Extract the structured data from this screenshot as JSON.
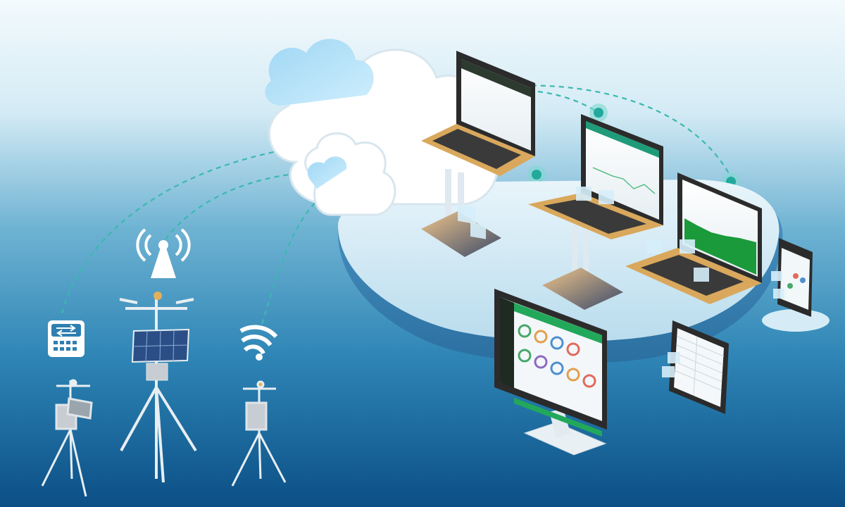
{
  "scene": {
    "description_visible_text": "",
    "colors": {
      "sea_dark": "#0b4f86",
      "sea_mid": "#2f7fb0",
      "sky_light": "#eaf5fb",
      "accent_teal": "#2bb3a8",
      "cloud_white": "#ffffff",
      "cloud_blue": "#a7d9f2",
      "screen_green": "#22a85a",
      "gold": "#d7a55a",
      "dark": "#2b2b2b"
    }
  },
  "icons": {
    "ground_left": "network-transfer-device-icon",
    "ground_mid": "broadcast-antenna-icon",
    "ground_right": "wifi-signal-icon"
  },
  "devices": {
    "stations": [
      "weather-station-left",
      "weather-station-center",
      "weather-station-right"
    ],
    "screens": [
      "laptop-top",
      "laptop-middle",
      "laptop-right",
      "desktop-monitor",
      "tablet",
      "smartphone"
    ]
  }
}
